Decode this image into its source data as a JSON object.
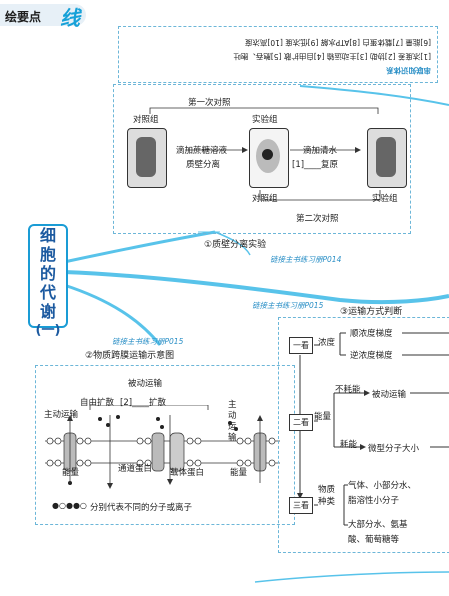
{
  "header": {
    "tag_text": "绘要点",
    "tag_big": "线"
  },
  "summary_box": {
    "title": "串联知识体系",
    "lines": [
      "[1]浓度差  [2]协助  [3]主动运输  [4]自由扩散  [5]胞吞、胞吐",
      "[6]能量  [7]载体蛋白  [8]ATP水解  [9]低浓度  [10]高浓度"
    ]
  },
  "side_title": [
    "细",
    "胞",
    "的",
    "代",
    "谢",
    "(一)"
  ],
  "plasmolysis": {
    "first_contrast": "第一次对照",
    "second_contrast": "第二次对照",
    "control_label": "对照组",
    "exp_label": "实验组",
    "control_label2": "对照组",
    "exp_label2": "实验组",
    "step1_top": "滴加蔗糖溶液",
    "step1_bottom": "质壁分离",
    "step2_top": "滴加清水",
    "step2_bottom": "[1]____复原",
    "section_label": "①质壁分离实验",
    "link": "链接主书练习册P014"
  },
  "transport": {
    "section_label": "②物质跨膜运输示意图",
    "link": "链接主书练习册P015",
    "passive": "被动运输",
    "free_diffusion": "自由扩散",
    "bracket2": "[2]____扩散",
    "active_left": "主动运输",
    "active_right": "主动运输",
    "energy_left": "能量",
    "energy_right": "能量",
    "channel": "通道蛋白",
    "carrier": "载体蛋白",
    "legend": "分别代表不同的分子或离子"
  },
  "judge": {
    "section_label": "③运输方式判断",
    "link": "链接主书练习册P015",
    "step1": "一看",
    "step2": "二看",
    "step3": "三看",
    "concentration": "浓度",
    "forward": "顺浓度梯度",
    "reverse": "逆浓度梯度",
    "energy": "能量",
    "no_energy": "不耗能",
    "passive": "被动运输",
    "consume": "耗能",
    "macro": "微型分子大小",
    "substance": "物质\n种类",
    "row1": "气体、小部分水、",
    "row2": "脂溶性小分子",
    "row3": "大部分水、氨基",
    "row4": "酸、葡萄糖等"
  }
}
